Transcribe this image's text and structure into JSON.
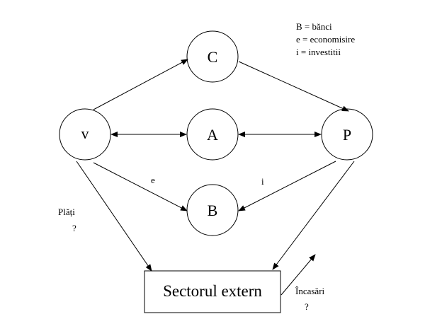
{
  "legend": [
    "B = bănci",
    "e = economisire",
    "i = investitii"
  ],
  "nodes": {
    "C": "C",
    "v": "v",
    "A": "A",
    "P": "P",
    "B": "B"
  },
  "box": "Sectorul extern",
  "edge_labels": {
    "e": "e",
    "i": "i"
  },
  "payments": {
    "label": "Plăți",
    "value": "?"
  },
  "receipts": {
    "label": "Încasări",
    "value": "?"
  }
}
